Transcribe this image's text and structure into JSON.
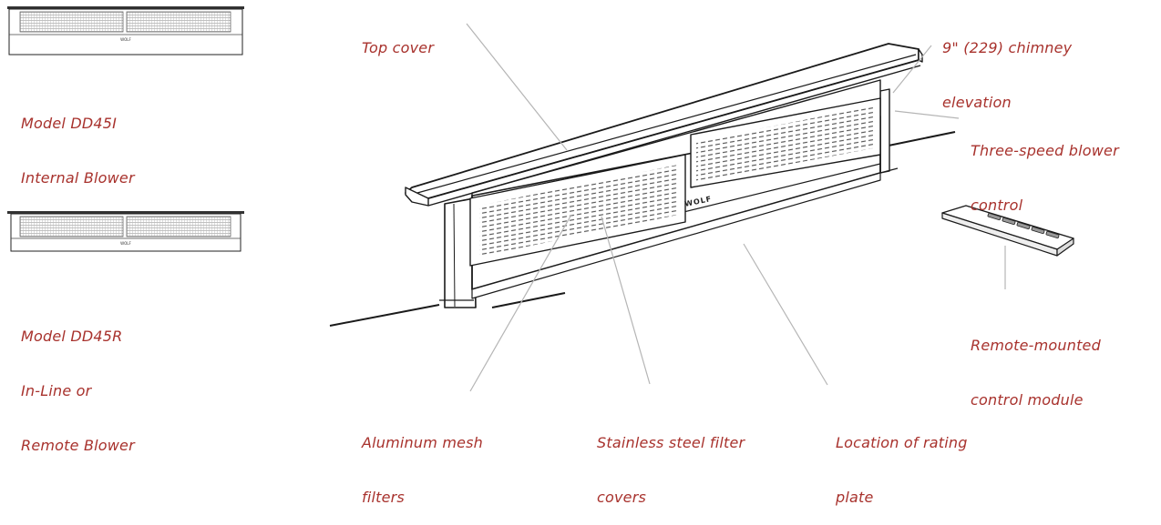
{
  "labels": {
    "model_internal": [
      "Model DD45I",
      "Internal Blower"
    ],
    "model_remote": [
      "Model DD45R",
      "In-Line or",
      "Remote Blower"
    ],
    "top_cover": [
      "Top cover"
    ],
    "chimney": [
      "9\" (229) chimney",
      "elevation"
    ],
    "blower_control": [
      "Three-speed blower",
      "control"
    ],
    "remote_module": [
      "Remote-mounted",
      "control module"
    ],
    "mesh_filters": [
      "Aluminum mesh",
      "filters"
    ],
    "filter_covers": [
      "Stainless steel filter",
      "covers"
    ],
    "rating_plate": [
      "Location of rating",
      "plate"
    ]
  },
  "brand_mark": "WOLF",
  "colors": {
    "label_text": "#a8322d",
    "line_art": "#1a1a1a",
    "leader_line": "#b5b5b5"
  }
}
